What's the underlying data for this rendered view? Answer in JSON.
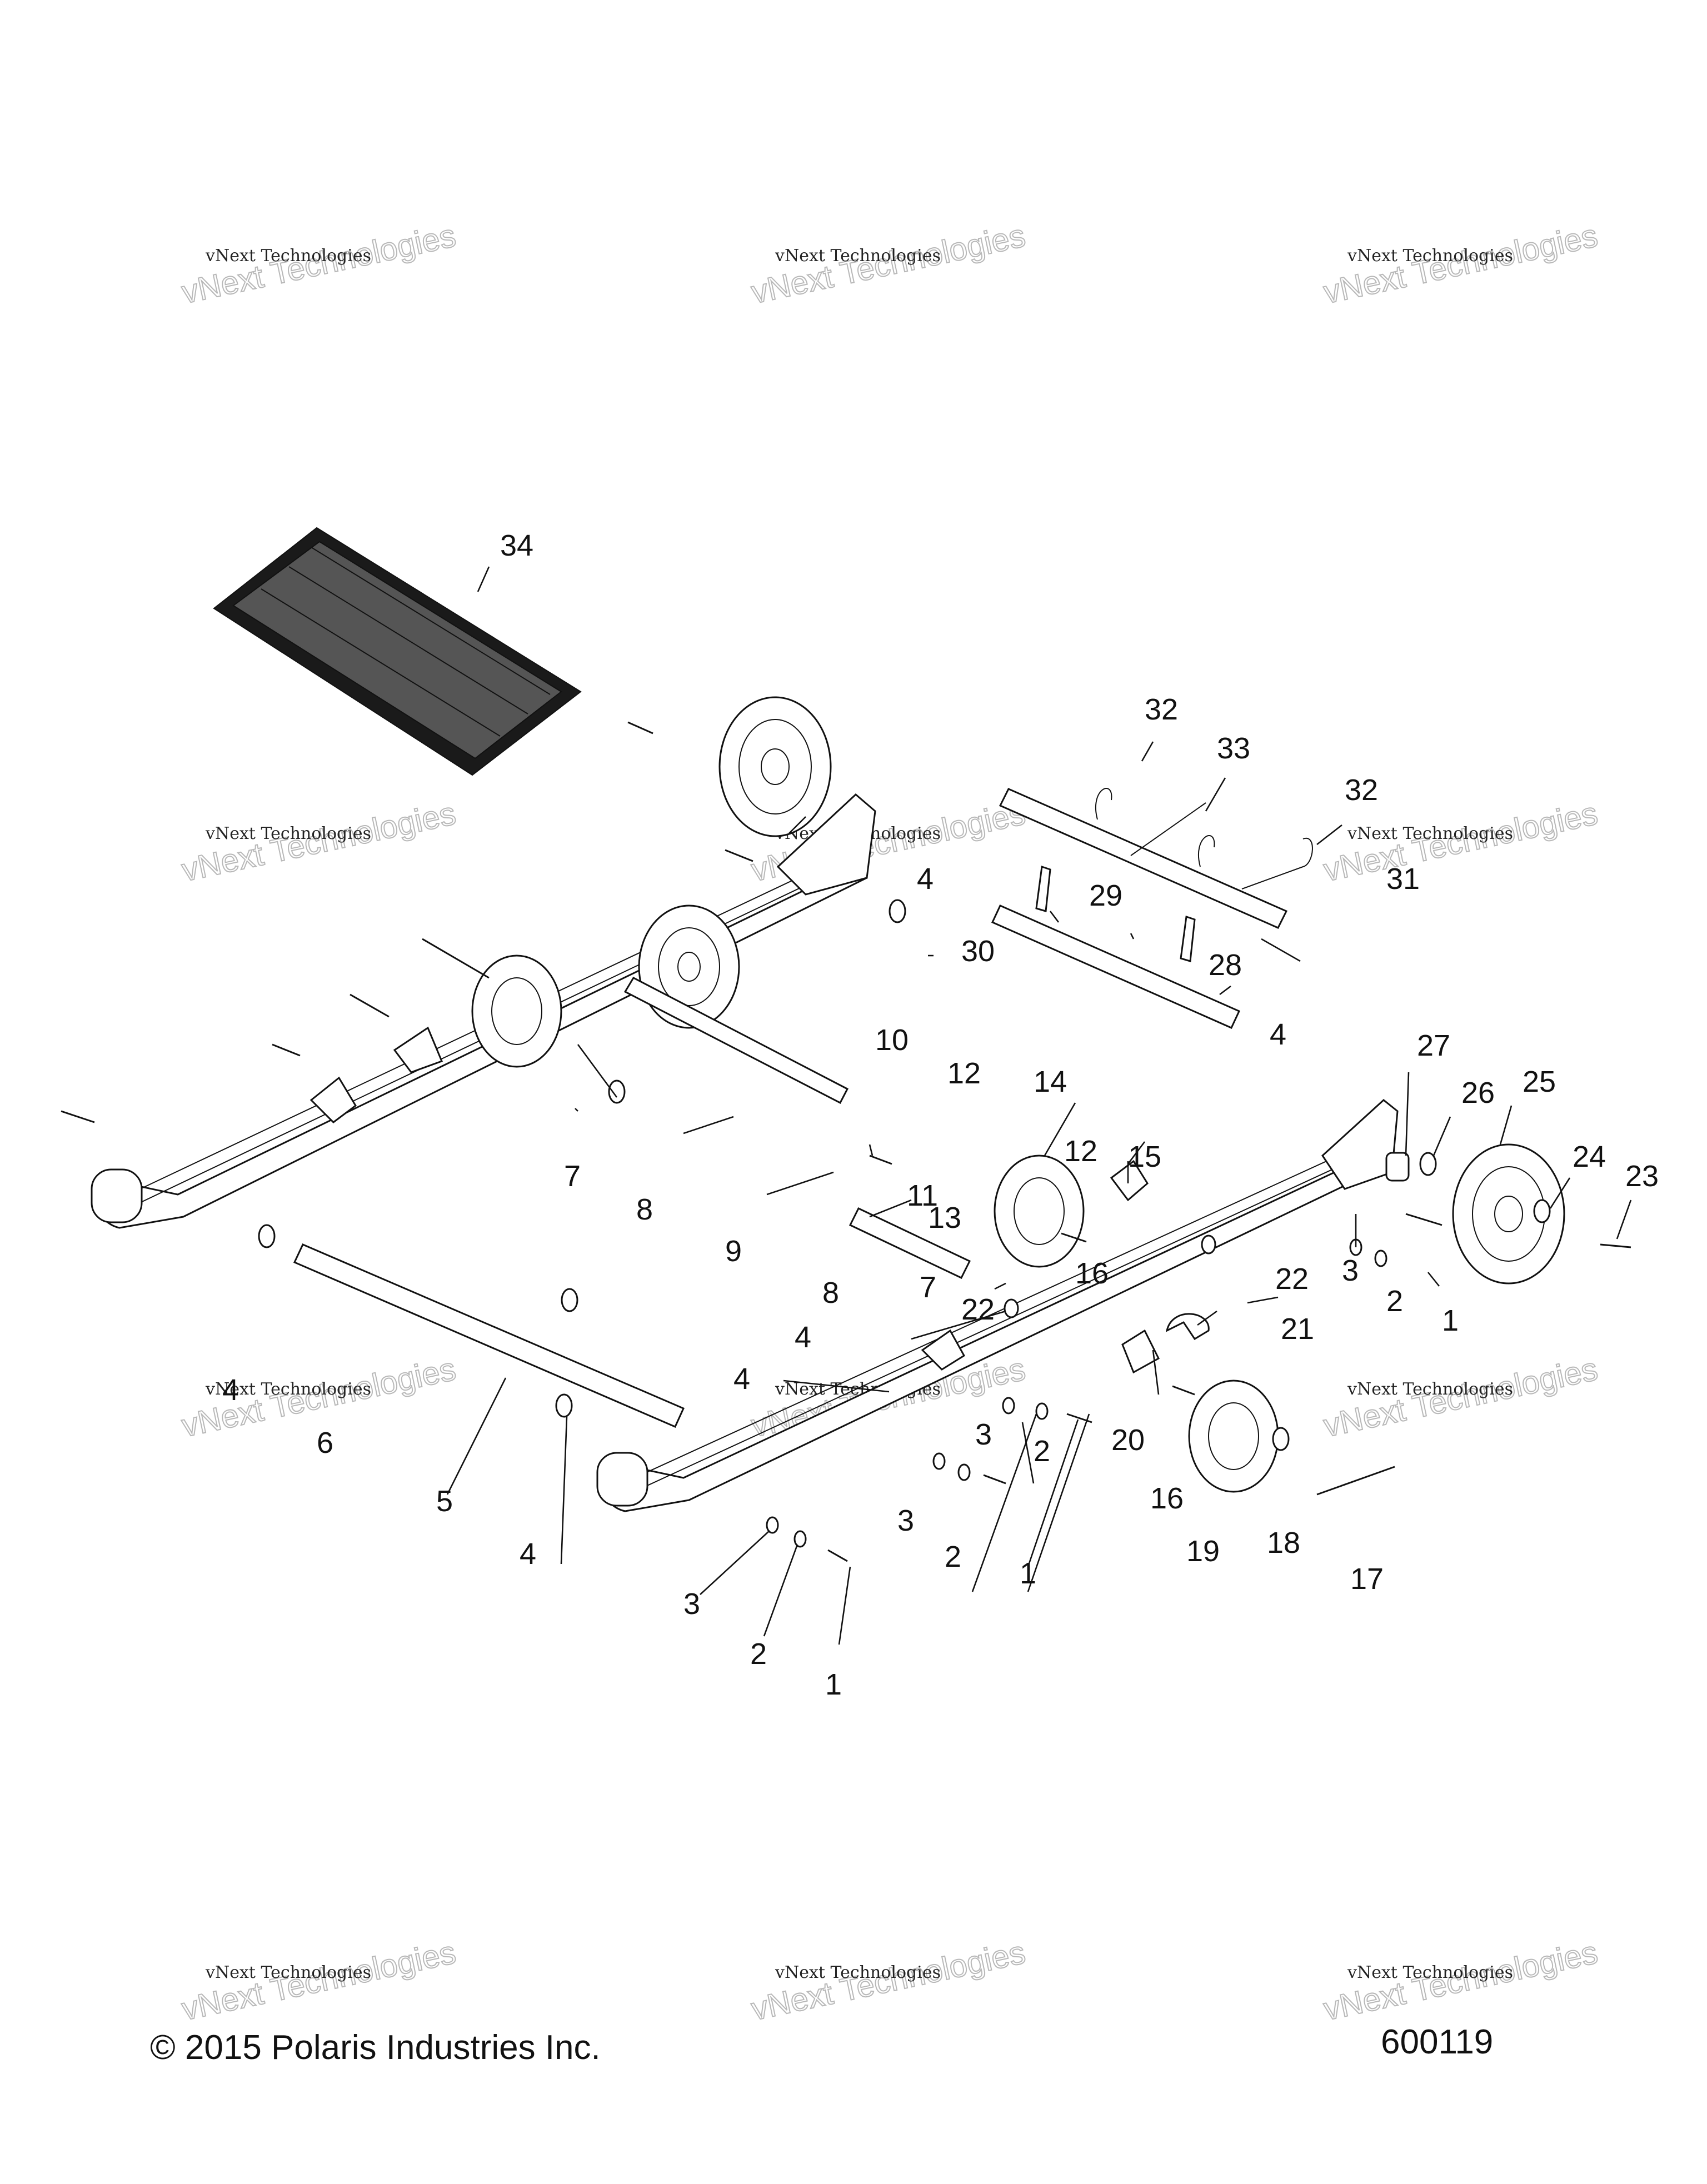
{
  "copyright": "© 2015 Polaris Industries Inc.",
  "figure_number": "600119",
  "watermark": {
    "brand_line": "vNext Technologies",
    "ghost_text": "vNext Technologies"
  },
  "callouts": [
    "1",
    "2",
    "3",
    "4",
    "5",
    "6",
    "7",
    "8",
    "9",
    "10",
    "11",
    "12",
    "13",
    "14",
    "15",
    "16",
    "17",
    "18",
    "19",
    "20",
    "21",
    "22",
    "23",
    "24",
    "25",
    "26",
    "27",
    "28",
    "29",
    "30",
    "31",
    "32",
    "33",
    "34"
  ],
  "colors": {
    "line": "#111111",
    "background": "#ffffff",
    "watermark": "#b8b8b8"
  }
}
